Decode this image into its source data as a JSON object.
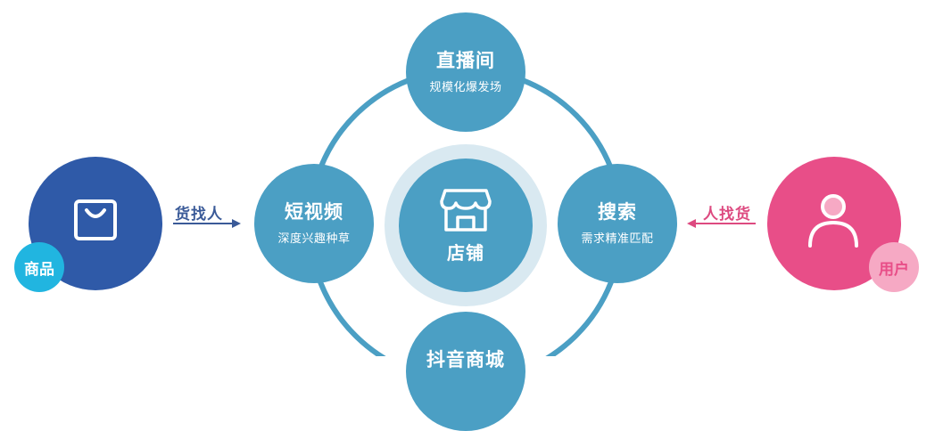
{
  "colors": {
    "node_blue": "#4b9fc4",
    "ring": "#4b9fc4",
    "halo": "#d9e9f1",
    "product_circle": "#2f5aa8",
    "product_badge": "#21b5e0",
    "user_circle": "#e84e88",
    "user_badge": "#f6a9c4",
    "left_arrow": "#3a5a98",
    "right_arrow": "#dd4a80"
  },
  "center": {
    "title": "店铺",
    "icon": "storefront-icon"
  },
  "nodes": {
    "top": {
      "title": "直播间",
      "sub": "规模化爆发场"
    },
    "left": {
      "title": "短视频",
      "sub": "深度兴趣种草"
    },
    "right": {
      "title": "搜索",
      "sub": "需求精准匹配"
    },
    "bottom": {
      "title": "抖音商城"
    }
  },
  "product": {
    "badge": "商品",
    "icon": "shopping-bag-icon"
  },
  "user": {
    "badge": "用户",
    "icon": "user-icon"
  },
  "arrows": {
    "left_label": "货找人",
    "right_label": "人找货"
  }
}
